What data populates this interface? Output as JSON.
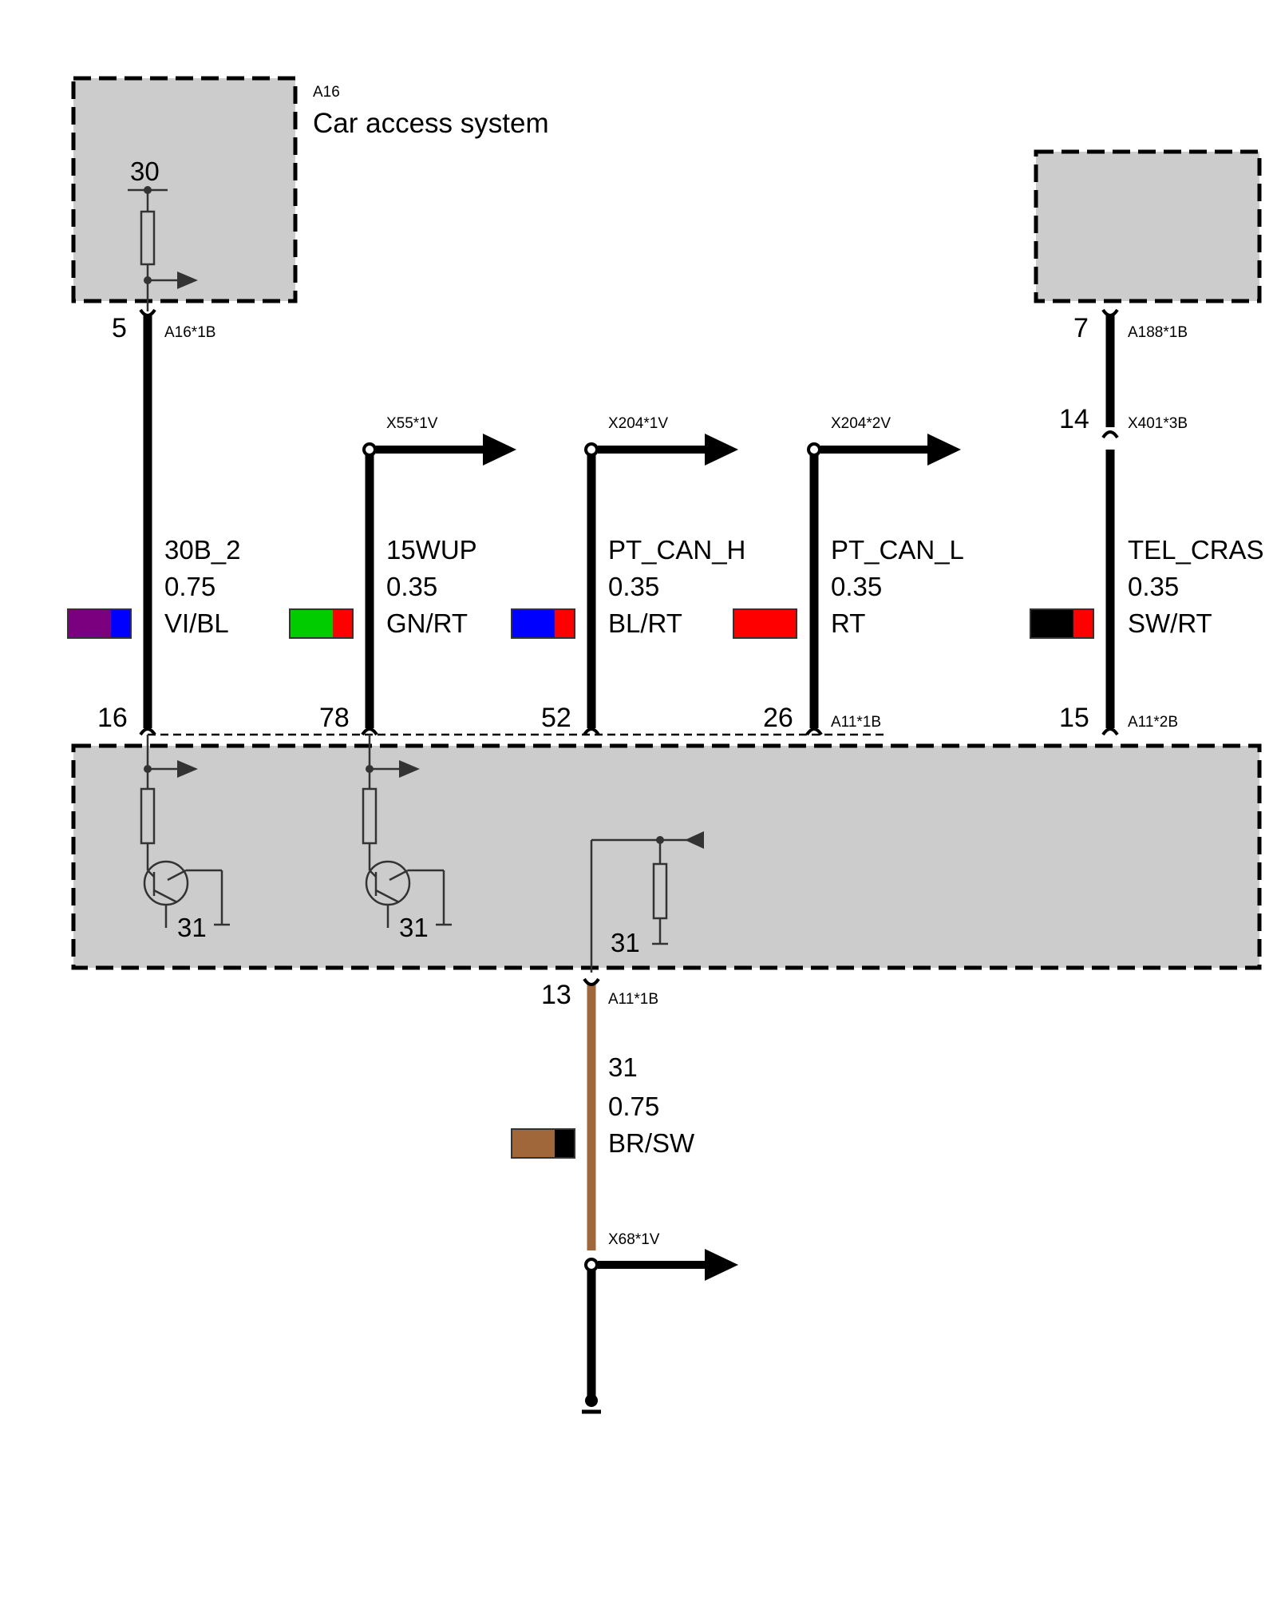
{
  "modules": {
    "a16": {
      "id": "A16",
      "name": "Car access system",
      "terminal_top": "30"
    },
    "a188": {
      "id": "",
      "name": ""
    },
    "a11": {
      "id": "",
      "name": "",
      "ground_labels": [
        "31",
        "31",
        "31"
      ]
    }
  },
  "wires": [
    {
      "signal": "30B_2",
      "size": "0.75",
      "color": "VI/BL",
      "color_hex": [
        "#7a0080",
        "#0000ff"
      ],
      "pin_top": "5",
      "connector_top": "A16*1B",
      "pin_bottom": "16"
    },
    {
      "signal": "15WUP",
      "size": "0.35",
      "color": "GN/RT",
      "color_hex": [
        "#00cc00",
        "#ff0000"
      ],
      "connector_top": "X55*1V",
      "pin_bottom": "78"
    },
    {
      "signal": "PT_CAN_H",
      "size": "0.35",
      "color": "BL/RT",
      "color_hex": [
        "#0000ff",
        "#ff0000"
      ],
      "connector_top": "X204*1V",
      "pin_bottom": "52"
    },
    {
      "signal": "PT_CAN_L",
      "size": "0.35",
      "color": "RT",
      "color_hex": [
        "#ff0000"
      ],
      "connector_top": "X204*2V",
      "pin_bottom": "26",
      "connector_bottom": "A11*1B"
    },
    {
      "signal": "TEL_CRAS",
      "size": "0.35",
      "color": "SW/RT",
      "color_hex": [
        "#000000",
        "#ff0000"
      ],
      "pin_top": "7",
      "connector_top": "A188*1B",
      "pin_mid": "14",
      "connector_mid": "X401*3B",
      "pin_bottom": "15",
      "connector_bottom": "A11*2B"
    }
  ],
  "ground_wire": {
    "signal": "31",
    "size": "0.75",
    "color": "BR/SW",
    "color_hex": [
      "#a0673a",
      "#000000"
    ],
    "pin": "13",
    "connector": "A11*1B",
    "splice_connector": "X68*1V"
  }
}
